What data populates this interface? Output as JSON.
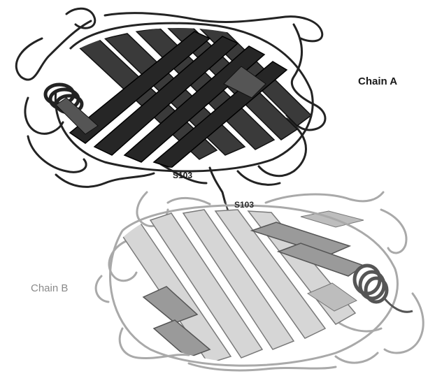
{
  "labels": {
    "chain_a": "Chain A",
    "chain_b": "Chain B",
    "residue_a": "S103",
    "residue_b": "S103"
  },
  "colors": {
    "chain_a": "#232323",
    "chain_a_light": "#5a5a5a",
    "chain_b": "#a9a9a9",
    "chain_b_light": "#d6d6d6",
    "chain_b_dark": "#555555",
    "background": "#ffffff"
  }
}
